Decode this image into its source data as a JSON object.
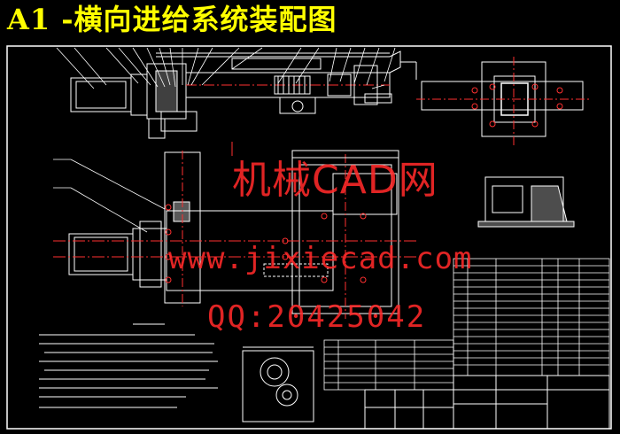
{
  "drawing": {
    "title": "A1 -横向进给系统装配图",
    "watermark": {
      "brand": "机械CAD网",
      "url": "www.jixiecad.com",
      "qq": "QQ:20425042"
    },
    "colors": {
      "background": "#000000",
      "title": "#ffff00",
      "watermark": "#ff2a2a",
      "lines": "#ffffff",
      "centerlines": "#ff3030",
      "hatch": "#ffffff"
    }
  }
}
